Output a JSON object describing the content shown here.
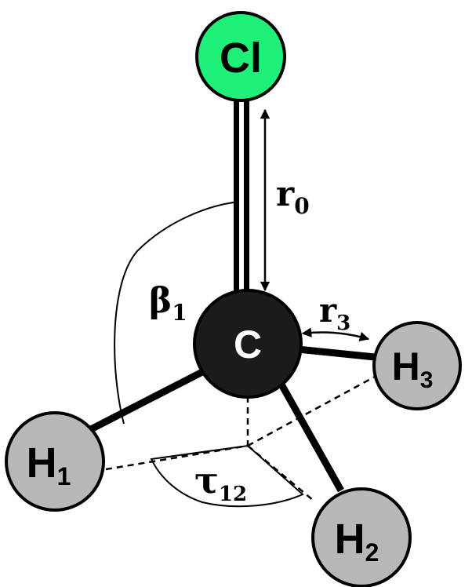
{
  "atoms": {
    "cl": {
      "label": "Cl",
      "fill": "#1ff07a"
    },
    "c": {
      "label": "C",
      "fill": "#1b1b1b"
    },
    "h1": {
      "label": "H",
      "sub": "1",
      "fill": "#b8b8b8"
    },
    "h2": {
      "label": "H",
      "sub": "2",
      "fill": "#b8b8b8"
    },
    "h3": {
      "label": "H",
      "sub": "3",
      "fill": "#b8b8b8"
    }
  },
  "params": {
    "r0": {
      "label": "r",
      "sub": "0"
    },
    "r3": {
      "label": "r",
      "sub": "3"
    },
    "beta1": {
      "label": "β",
      "sub": "1"
    },
    "tau12": {
      "label": "τ",
      "sub": "12"
    }
  }
}
